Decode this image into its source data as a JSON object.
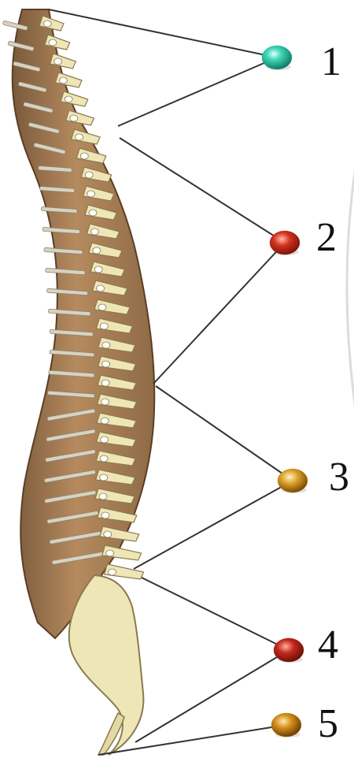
{
  "markers": [
    {
      "label": "1",
      "color": "#1fb79a"
    },
    {
      "label": "2",
      "color": "#c0281a"
    },
    {
      "label": "3",
      "color": "#c98a12"
    },
    {
      "label": "4",
      "color": "#b82418"
    },
    {
      "label": "5",
      "color": "#c57d10"
    }
  ],
  "colors": {
    "bone": "#efe6b8",
    "bone_shadow": "#b9a877",
    "disc": "#c8c2b2",
    "line": "#333333"
  }
}
